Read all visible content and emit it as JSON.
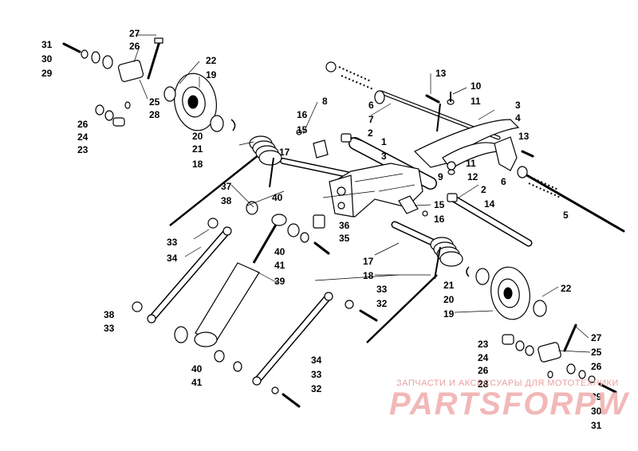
{
  "callouts": [
    {
      "id": "c31a",
      "text": "31"
    },
    {
      "id": "c30a",
      "text": "30"
    },
    {
      "id": "c29a",
      "text": "29"
    },
    {
      "id": "c27a",
      "text": "27"
    },
    {
      "id": "c26a",
      "text": "26"
    },
    {
      "id": "c22a",
      "text": "22"
    },
    {
      "id": "c19a",
      "text": "19"
    },
    {
      "id": "c25a",
      "text": "25"
    },
    {
      "id": "c28a",
      "text": "28"
    },
    {
      "id": "c26b",
      "text": "26"
    },
    {
      "id": "c24a",
      "text": "24"
    },
    {
      "id": "c23a",
      "text": "23"
    },
    {
      "id": "c20a",
      "text": "20"
    },
    {
      "id": "c21a",
      "text": "21"
    },
    {
      "id": "c18a",
      "text": "18"
    },
    {
      "id": "c8",
      "text": "8"
    },
    {
      "id": "c16a",
      "text": "16"
    },
    {
      "id": "c15a",
      "text": "15"
    },
    {
      "id": "c17a",
      "text": "17"
    },
    {
      "id": "c2a",
      "text": "2"
    },
    {
      "id": "c1",
      "text": "1"
    },
    {
      "id": "c3a",
      "text": "3"
    },
    {
      "id": "c13a",
      "text": "13"
    },
    {
      "id": "c10",
      "text": "10"
    },
    {
      "id": "c11a",
      "text": "11"
    },
    {
      "id": "c6a",
      "text": "6"
    },
    {
      "id": "c7",
      "text": "7"
    },
    {
      "id": "c3b",
      "text": "3"
    },
    {
      "id": "c4",
      "text": "4"
    },
    {
      "id": "c13b",
      "text": "13"
    },
    {
      "id": "c11b",
      "text": "11"
    },
    {
      "id": "c9",
      "text": "9"
    },
    {
      "id": "c12",
      "text": "12"
    },
    {
      "id": "c6b",
      "text": "6"
    },
    {
      "id": "c2b",
      "text": "2"
    },
    {
      "id": "c14",
      "text": "14"
    },
    {
      "id": "c5",
      "text": "5"
    },
    {
      "id": "c15b",
      "text": "15"
    },
    {
      "id": "c16b",
      "text": "16"
    },
    {
      "id": "c37",
      "text": "37"
    },
    {
      "id": "c38a",
      "text": "38"
    },
    {
      "id": "c40a",
      "text": "40"
    },
    {
      "id": "c36",
      "text": "36"
    },
    {
      "id": "c35",
      "text": "35"
    },
    {
      "id": "c33a",
      "text": "33"
    },
    {
      "id": "c34a",
      "text": "34"
    },
    {
      "id": "c40b",
      "text": "40"
    },
    {
      "id": "c41a",
      "text": "41"
    },
    {
      "id": "c39",
      "text": "39"
    },
    {
      "id": "c17b",
      "text": "17"
    },
    {
      "id": "c18b",
      "text": "18"
    },
    {
      "id": "c21b",
      "text": "21"
    },
    {
      "id": "c20b",
      "text": "20"
    },
    {
      "id": "c19b",
      "text": "19"
    },
    {
      "id": "c22b",
      "text": "22"
    },
    {
      "id": "c33b",
      "text": "33"
    },
    {
      "id": "c32a",
      "text": "32"
    },
    {
      "id": "c38b",
      "text": "38"
    },
    {
      "id": "c33c",
      "text": "33"
    },
    {
      "id": "c40c",
      "text": "40"
    },
    {
      "id": "c41b",
      "text": "41"
    },
    {
      "id": "c34b",
      "text": "34"
    },
    {
      "id": "c33d",
      "text": "33"
    },
    {
      "id": "c32b",
      "text": "32"
    },
    {
      "id": "c23b",
      "text": "23"
    },
    {
      "id": "c24b",
      "text": "24"
    },
    {
      "id": "c26c",
      "text": "26"
    },
    {
      "id": "c28b",
      "text": "28"
    },
    {
      "id": "c27b",
      "text": "27"
    },
    {
      "id": "c25b",
      "text": "25"
    },
    {
      "id": "c26d",
      "text": "26"
    },
    {
      "id": "c29b",
      "text": "29"
    },
    {
      "id": "c30b",
      "text": "30"
    },
    {
      "id": "c31b",
      "text": "31"
    }
  ],
  "watermark": {
    "caption": "ЗАПЧАСТИ И АКСЕССУАРЫ ДЛЯ МОТОТЕХНИКИ",
    "brand": "PARTSFORPW"
  },
  "colors": {
    "line": "#000000",
    "watermark": "#f2b8b8"
  }
}
